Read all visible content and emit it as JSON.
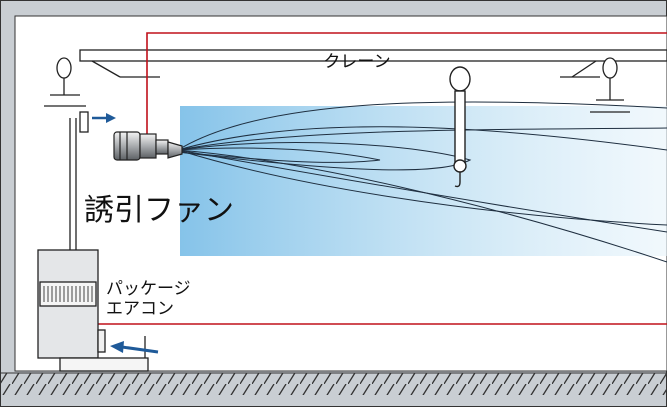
{
  "labels": {
    "crane": "クレーン",
    "induction_fan": "誘引ファン",
    "package_ac_line1": "パッケージ",
    "package_ac_line2": "エアコン"
  },
  "colors": {
    "wall_bg": "#c9ced3",
    "room_bg": "#ffffff",
    "air_flow": "#9fd0ec",
    "power_line": "#c0101a",
    "arrow": "#1f5a99",
    "unit_body": "#e4e6e8",
    "outline": "#222222"
  }
}
